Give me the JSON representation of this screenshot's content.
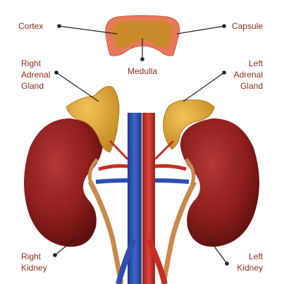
{
  "labels": {
    "cortex": "Cortex",
    "capsule": "Capsule",
    "medulla": "Medulla",
    "right_adrenal_line1": "Right",
    "right_adrenal_line2": "Adrenal",
    "right_adrenal_line3": "Gland",
    "left_adrenal_line1": "Left",
    "left_adrenal_line2": "Adrenal",
    "left_adrenal_line3": "Gland",
    "right_kidney_line1": "Right",
    "right_kidney_line2": "Kidney",
    "left_kidney_line1": "Left",
    "left_kidney_line2": "Kidney"
  },
  "colors": {
    "label_text": "#8b2c18",
    "pointer": "#222222",
    "kidney": "#8e1d1d",
    "adrenal": "#d6a030",
    "artery": "#c62d24",
    "vein": "#2c4fb0",
    "ureter": "#c98a4e"
  },
  "icons": [
    "adrenal-cross-section",
    "right-kidney",
    "left-kidney",
    "aorta",
    "vena-cava",
    "ureter"
  ]
}
